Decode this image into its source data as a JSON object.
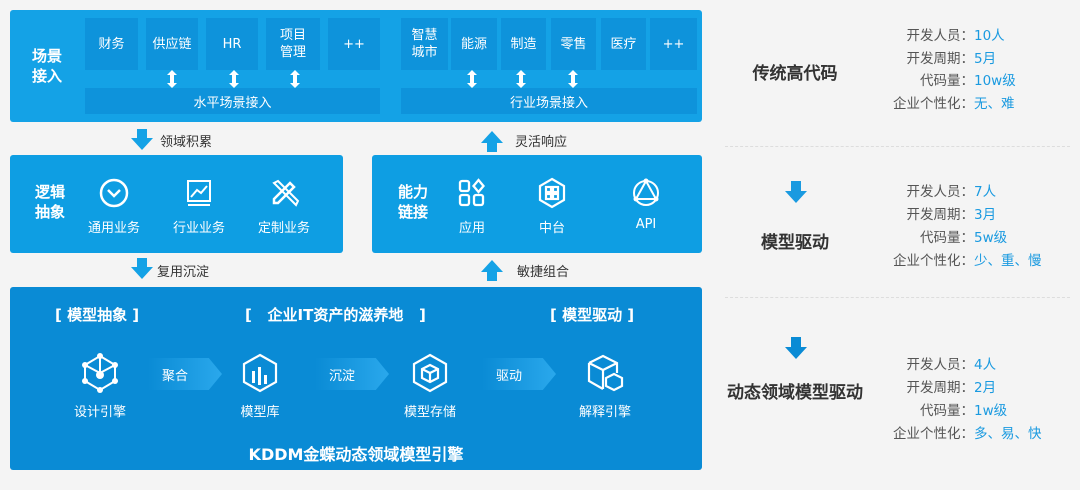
{
  "top": {
    "label": "场景接入",
    "horizontal": {
      "cells": [
        "财务",
        "供应链",
        "HR",
        "项目管理",
        "++"
      ],
      "bar": "水平场景接入"
    },
    "industry": {
      "cells": [
        "智慧城市",
        "能源",
        "制造",
        "零售",
        "医疗",
        "++"
      ],
      "bar": "行业场景接入"
    }
  },
  "flows": {
    "down1": "领域积累",
    "up1": "灵活响应",
    "down2": "复用沉淀",
    "up2": "敏捷组合"
  },
  "logic": {
    "label": "逻辑抽象",
    "items": [
      "通用业务",
      "行业业务",
      "定制业务"
    ]
  },
  "ability": {
    "label": "能力链接",
    "items": [
      "应用",
      "中台",
      "API"
    ]
  },
  "engine": {
    "headers": [
      "[ 模型抽象 ]",
      "[   企业IT资产的滋养地   ]",
      "[ 模型驱动 ]"
    ],
    "steps": [
      "设计引擎",
      "模型库",
      "模型存储",
      "解释引擎"
    ],
    "connectors": [
      "聚合",
      "沉淀",
      "驱动"
    ],
    "title": "KDDM金蝶动态领域模型引擎"
  },
  "compare": [
    {
      "title": "传统高代码",
      "rows": [
        [
          "开发人员：",
          "10人"
        ],
        [
          "开发周期：",
          "5月"
        ],
        [
          "代码量：",
          "10w级"
        ],
        [
          "企业个性化：",
          "无、难"
        ]
      ]
    },
    {
      "title": "模型驱动",
      "rows": [
        [
          "开发人员：",
          "7人"
        ],
        [
          "开发周期：",
          "3月"
        ],
        [
          "代码量：",
          "5w级"
        ],
        [
          "企业个性化：",
          "少、重、慢"
        ]
      ]
    },
    {
      "title": "动态领域模型驱动",
      "rows": [
        [
          "开发人员：",
          "4人"
        ],
        [
          "开发周期：",
          "2月"
        ],
        [
          "代码量：",
          "1w级"
        ],
        [
          "企业个性化：",
          "多、易、快"
        ]
      ]
    }
  ],
  "colors": {
    "light": "#14a2e6",
    "cell": "#0e93db",
    "dark": "#0a8bd5",
    "value": "#1a9ae0"
  }
}
